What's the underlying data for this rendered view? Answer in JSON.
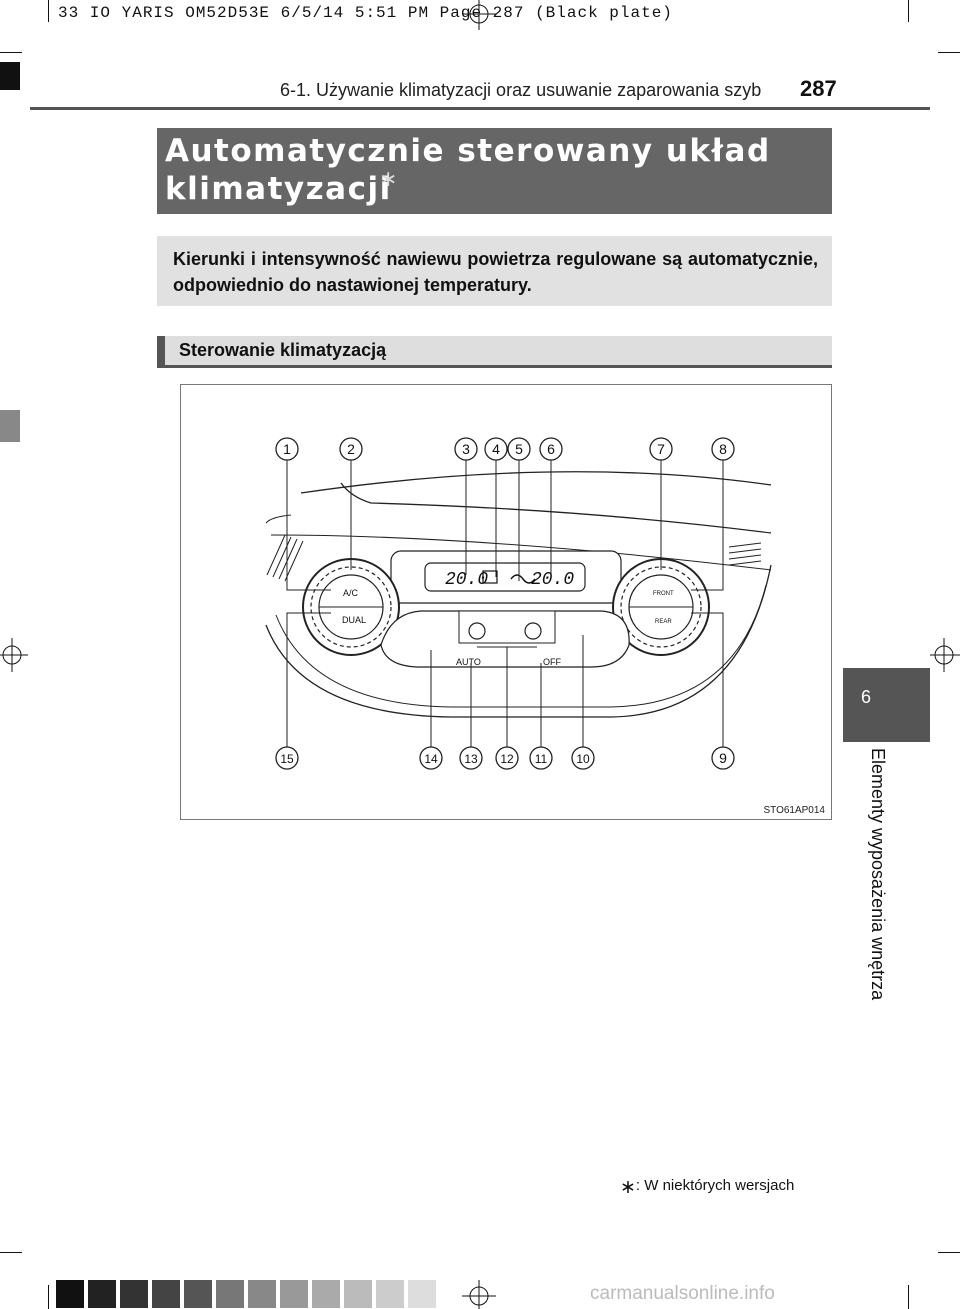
{
  "print_header": "33 IO YARIS OM52D53E  6/5/14  5:51 PM  Page 287    (Black plate)",
  "running_header": {
    "title": "6-1. Używanie klimatyzacji oraz usuwanie zaparowania szyb",
    "page_number": "287"
  },
  "title": {
    "line1": "Automatycznie sterowany układ",
    "line2": "klimatyzacji",
    "mark": "∗"
  },
  "intro": "Kierunki i intensywność nawiewu powietrza regulowane są automatycznie, odpowiednio do nastawionej temperatury.",
  "section_heading": "Sterowanie klimatyzacją",
  "figure": {
    "code": "STO61AP014",
    "display_left": "20.0",
    "display_right": "20.0",
    "labels": {
      "ac": "A/C",
      "dual": "DUAL",
      "front": "FRONT",
      "rear": "REAR",
      "auto": "AUTO",
      "off": "OFF"
    },
    "callouts_top": [
      "1",
      "2",
      "3",
      "4",
      "5",
      "6",
      "7",
      "8"
    ],
    "callouts_bottom": [
      "15",
      "14",
      "13",
      "12",
      "11",
      "10",
      "9"
    ]
  },
  "chapter": {
    "number": "6",
    "label": "Elementy wyposażenia wnętrza"
  },
  "footnote": {
    "mark": "∗",
    "text": ": W niektórych wersjach"
  },
  "watermark": "carmanualsonline.info",
  "colors": {
    "title_bg": "#666666",
    "intro_bg": "#e1e1e1",
    "chapter_tab": "#555555"
  },
  "color_bar": [
    "#111111",
    "#222222",
    "#333333",
    "#444444",
    "#555555",
    "#777777",
    "#888888",
    "#999999",
    "#aaaaaa",
    "#bbbbbb",
    "#cccccc",
    "#dddddd"
  ]
}
